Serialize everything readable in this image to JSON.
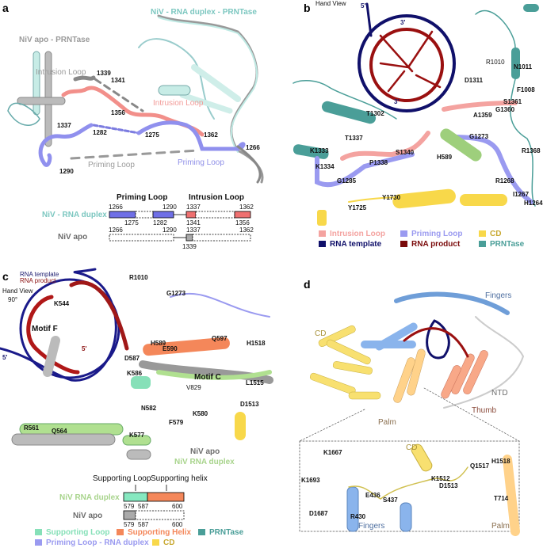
{
  "panel_a": {
    "letter": "a",
    "title_duplex": "NiV - RNA duplex - PRNTase",
    "title_apo": "NiV apo - PRNTase",
    "labels": [
      "Intrusion Loop",
      "Intrusion Loop",
      "Priming Loop",
      "Priming Loop"
    ],
    "residues": [
      "1339",
      "1341",
      "1356",
      "1337",
      "1282",
      "1275",
      "1362",
      "1266",
      "1290"
    ],
    "schematic": {
      "header_priming": "Priming Loop",
      "header_intrusion": "Intrusion Loop",
      "row_duplex": "NiV - RNA duplex",
      "row_apo": "NiV apo",
      "duplex_top": [
        "1266",
        "1290",
        "1337",
        "1362"
      ],
      "duplex_bottom": [
        "1275",
        "1282",
        "1341",
        "1356"
      ],
      "apo_top": [
        "1266",
        "1290",
        "1337",
        "1362"
      ],
      "apo_bottom": [
        "1339"
      ]
    }
  },
  "panel_b": {
    "letter": "b",
    "view": "Hand View",
    "ends": [
      "5'",
      "3'",
      "3'"
    ],
    "residues": [
      "R1010",
      "N1011",
      "D1311",
      "F1008",
      "S1361",
      "G1360",
      "A1359",
      "T1302",
      "T1337",
      "G1273",
      "K1333",
      "S1340",
      "H589",
      "R1368",
      "K1334",
      "P1338",
      "G1285",
      "R1268",
      "I1267",
      "Y1730",
      "Y1725",
      "H1264"
    ],
    "legend": [
      {
        "label": "Intrusion Loop",
        "color": "#f4a3a0"
      },
      {
        "label": "Priming Loop",
        "color": "#9a9af0"
      },
      {
        "label": "CD",
        "color": "#f8d84a"
      },
      {
        "label": "RNA template",
        "color": "#10106a"
      },
      {
        "label": "RNA product",
        "color": "#7a0a0a"
      },
      {
        "label": "PRNTase",
        "color": "#4a9e98"
      }
    ]
  },
  "panel_c": {
    "letter": "c",
    "rna_template": "RNA template",
    "rna_product": "RNA product",
    "view": "Hand View",
    "rotation": "90°",
    "motifs": [
      "Motif F",
      "Motif C"
    ],
    "ends": [
      "5'",
      "5'"
    ],
    "residues": [
      "R1010",
      "K544",
      "G1273",
      "H589",
      "Q597",
      "H1518",
      "E590",
      "D587",
      "K586",
      "V829",
      "L1515",
      "N582",
      "D1513",
      "K580",
      "F579",
      "R561",
      "Q564",
      "K577"
    ],
    "overlay": [
      "NiV apo",
      "NiV RNA duplex"
    ],
    "schematic": {
      "header_loop": "Supporting Loop",
      "header_helix": "Supporting helix",
      "row_duplex": "NiV RNA duplex",
      "row_apo": "NiV apo",
      "duplex_numbers": [
        "579",
        "587",
        "600"
      ],
      "apo_numbers": [
        "579",
        "587",
        "600"
      ]
    },
    "legend": [
      {
        "label": "Supporting Loop",
        "color": "#86e0b8"
      },
      {
        "label": "Supporting Helix",
        "color": "#f4875a"
      },
      {
        "label": "PRNTase",
        "color": "#4a9e98"
      },
      {
        "label": "Priming Loop - RNA duplex",
        "color": "#9a9af0"
      },
      {
        "label": "CD",
        "color": "#f8d84a"
      }
    ]
  },
  "panel_d": {
    "letter": "d",
    "domains": [
      "Fingers",
      "CD",
      "NTD",
      "Thumb",
      "Palm"
    ],
    "inset_labels": [
      "CD",
      "Fingers",
      "Palm"
    ],
    "residues": [
      "K1667",
      "H1518",
      "Q1517",
      "K1693",
      "K1512",
      "E436",
      "D1513",
      "S437",
      "T714",
      "D1687",
      "R430"
    ]
  }
}
